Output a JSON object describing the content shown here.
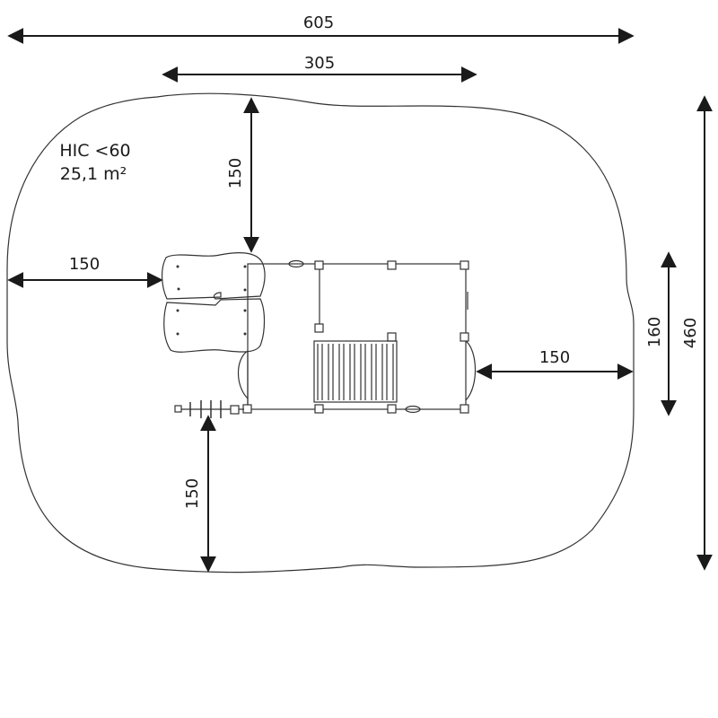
{
  "note": {
    "hic": "HIC <60",
    "area": "25,1 m²"
  },
  "dimensions": {
    "overall_width": "605",
    "structure_width": "305",
    "top_clearance": "150",
    "left_clearance": "150",
    "right_clearance": "150",
    "bottom_clearance": "150",
    "structure_depth": "160",
    "overall_depth": "460"
  },
  "colors": {
    "line": "#1a1a1a",
    "background": "#ffffff"
  }
}
